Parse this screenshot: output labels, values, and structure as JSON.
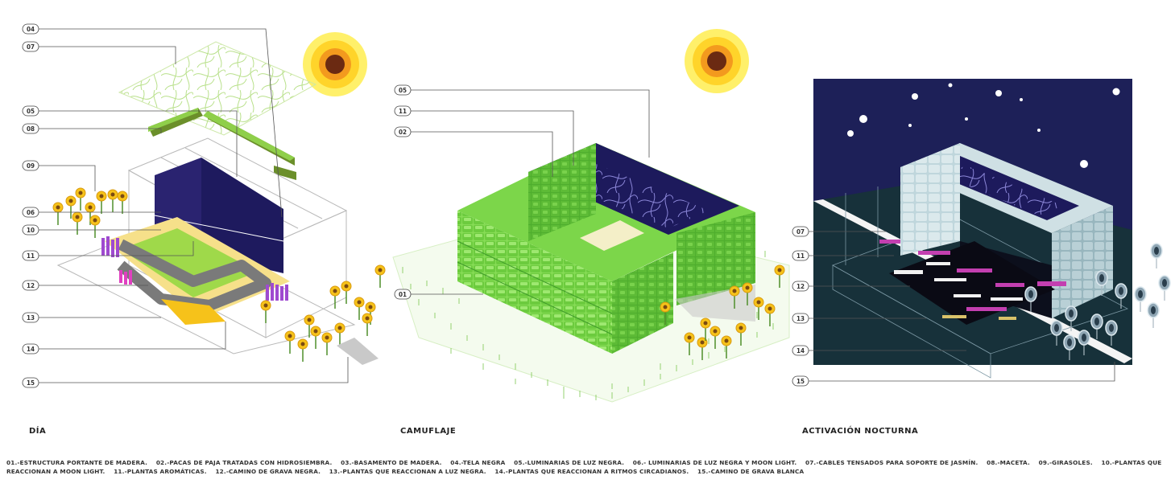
{
  "panels": [
    {
      "caption": "DÍA",
      "callouts": [
        "04",
        "07",
        "05",
        "08",
        "09",
        "06",
        "10",
        "11",
        "12",
        "13",
        "14",
        "15"
      ]
    },
    {
      "caption": "CAMUFLAJE",
      "callouts": [
        "05",
        "11",
        "02",
        "01"
      ]
    },
    {
      "caption": "ACTIVACIÓN NOCTURNA",
      "callouts": [
        "07",
        "11",
        "12",
        "13",
        "14",
        "15"
      ]
    }
  ],
  "legend": [
    "01.-ESTRUCTURA PORTANTE DE MADERA.",
    "02.-PACAS DE PAJA TRATADAS CON HIDROSIEMBRA.",
    "03.-BASAMENTO DE MADERA.",
    "04.-TELA NEGRA",
    "05.-LUMINARIAS DE LUZ NEGRA.",
    "06.- LUMINARIAS DE LUZ NEGRA Y MOON LIGHT.",
    "07.-CABLES TENSADOS PARA SOPORTE DE JASMÍN.",
    "08.-MACETA.",
    "09.-GIRASOLES.",
    "10.-PLANTAS QUE REACCIONAN A MOON LIGHT.",
    "11.-PLANTAS AROMÁTICAS.",
    "12.-CAMINO DE GRAVA NEGRA.",
    "13.-PLANTAS QUE REACCIONAN A LUZ NEGRA.",
    "14.-PLANTAS QUE REACCIONAN A RITMOS CIRCADIANOS.",
    "15.-CAMINO DE GRAVA BLANCA"
  ],
  "colors": {
    "grass": "#7cd64a",
    "grass_dark": "#3f9a2a",
    "fabric": "#2a2370",
    "night_sky": "#1d2058",
    "night_ground": "#17313a",
    "sun_outer": "#ffe840",
    "sun_ring": "#f5a21c",
    "sun_core": "#6b2a12",
    "sunflower": "#f6c21a",
    "purple_plant": "#9f4ad0",
    "magenta_plant": "#e040c0",
    "path_gray": "#7a7a7a"
  }
}
